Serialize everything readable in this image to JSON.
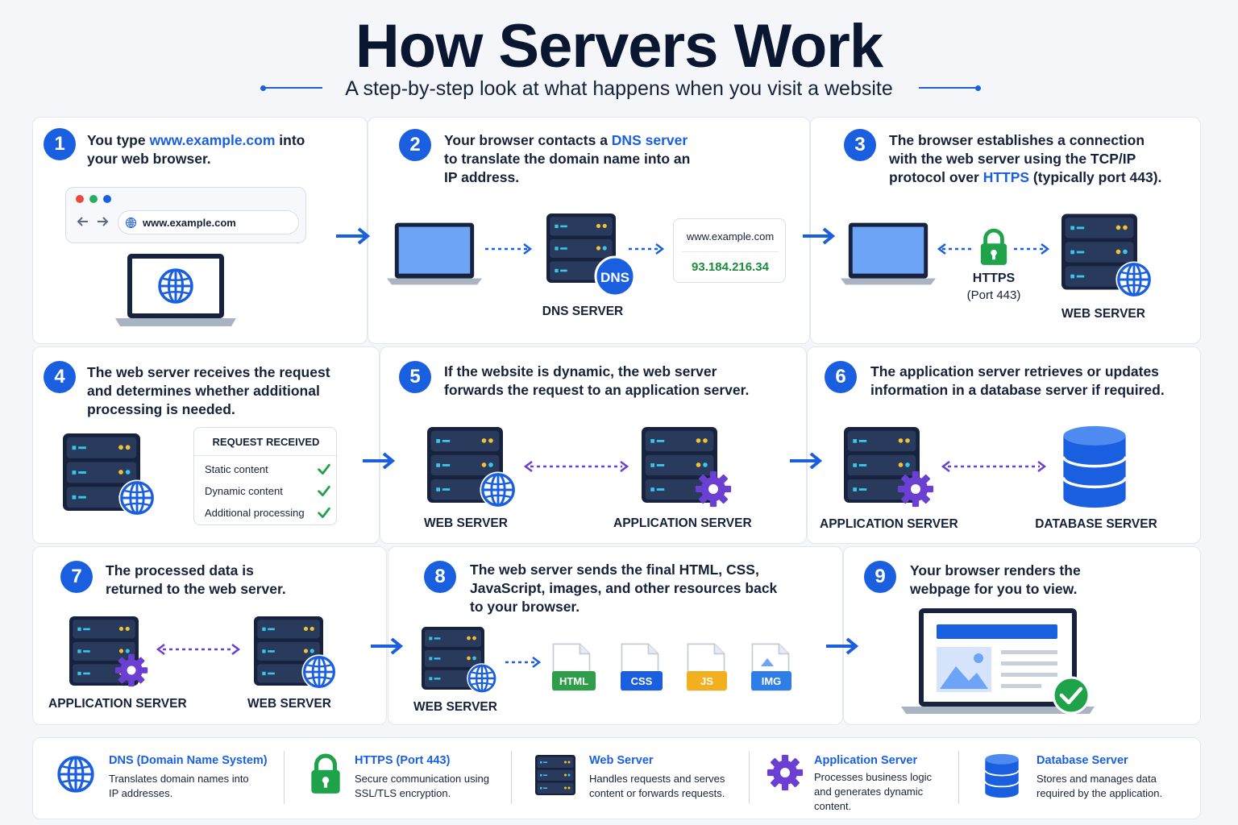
{
  "header": {
    "title": "How Servers Work",
    "subtitle": "A step-by-step look at what happens when you visit a website"
  },
  "steps": [
    {
      "number": "1",
      "text_before": "You type ",
      "highlight": "www.example.com",
      "text_after": " into your web browser."
    },
    {
      "number": "2",
      "text_before": "Your browser contacts a ",
      "highlight": "DNS server",
      "text_after": " to translate the domain name into an IP address."
    },
    {
      "number": "3",
      "text_before": "The browser establishes a connection with the web server using the TCP/IP protocol over ",
      "highlight": "HTTPS",
      "text_after": " (typically port 443)."
    },
    {
      "number": "4",
      "text": "The web server receives the request and determines whether additional processing is needed."
    },
    {
      "number": "5",
      "text": "If the website is dynamic, the web server forwards the request to an application server."
    },
    {
      "number": "6",
      "text": "The application server retrieves or updates information in a database server if required."
    },
    {
      "number": "7",
      "text": "The processed data is returned to the web server."
    },
    {
      "number": "8",
      "text": "The web server sends the final HTML, CSS, JavaScript, images, and other resources back to your browser."
    },
    {
      "number": "9",
      "text": "Your browser renders the webpage for you to view."
    }
  ],
  "browser_url": "www.example.com",
  "dns_badge": "DNS",
  "dns_lookup": {
    "domain": "www.example.com",
    "ip": "93.184.216.34"
  },
  "https_label": "HTTPS",
  "https_port": "(Port 443)",
  "labels": {
    "dns_server": "DNS SERVER",
    "web_server": "WEB SERVER",
    "application_server": "APPLICATION SERVER",
    "database_server": "DATABASE SERVER"
  },
  "request_box": {
    "title": "REQUEST RECEIVED",
    "items": [
      "Static content",
      "Dynamic content",
      "Additional processing"
    ]
  },
  "files": [
    "HTML",
    "CSS",
    "JS",
    "IMG"
  ],
  "colors": {
    "accent": "#1a5fe0",
    "success": "#1c8a3a",
    "purple": "#6a3fd1",
    "dark": "#0b1730"
  },
  "legend": [
    {
      "icon": "globe-icon",
      "title": "DNS (Domain Name System)",
      "desc": "Translates domain names into IP addresses."
    },
    {
      "icon": "lock-icon",
      "title": "HTTPS (Port 443)",
      "desc": "Secure communication using SSL/TLS encryption."
    },
    {
      "icon": "server-icon",
      "title": "Web Server",
      "desc": "Handles requests and serves content or forwards requests."
    },
    {
      "icon": "gear-icon",
      "title": "Application Server",
      "desc": "Processes business logic and generates dynamic content."
    },
    {
      "icon": "database-icon",
      "title": "Database Server",
      "desc": "Stores and manages data required by the application."
    }
  ]
}
